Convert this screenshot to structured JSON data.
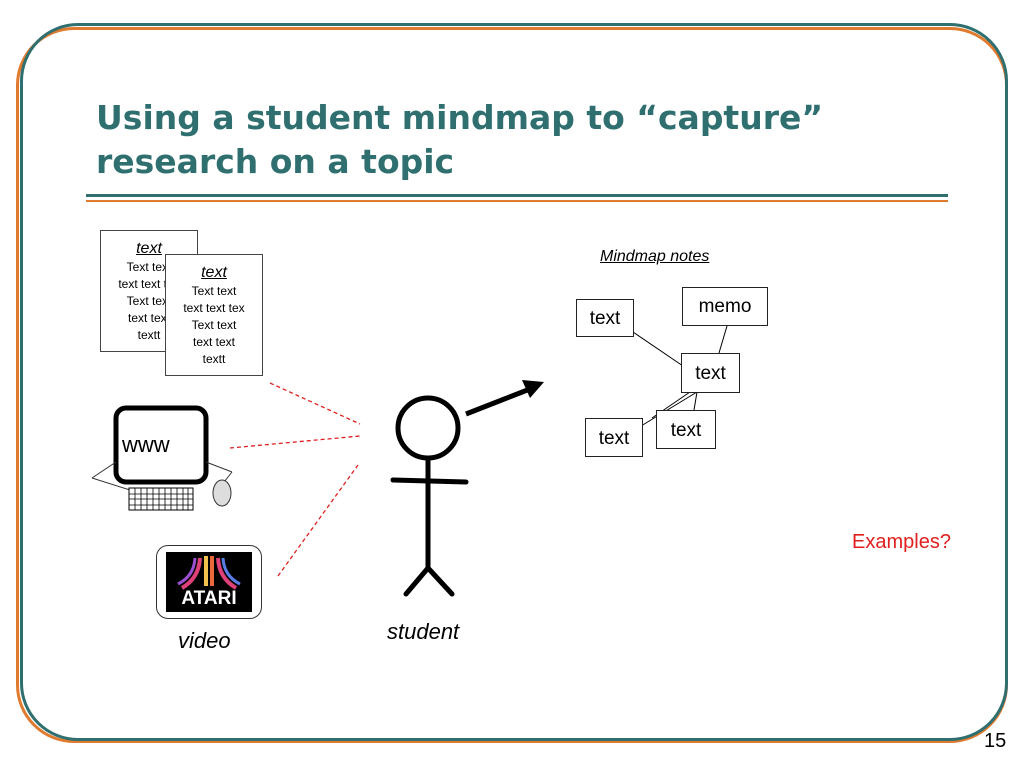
{
  "slide": {
    "title_lines": [
      "Using a student mindmap to “capture”",
      "research on a topic"
    ],
    "slide_number": "15"
  },
  "documents": {
    "back": {
      "title": "text",
      "lines": [
        "Text text",
        "text text tex",
        "Text text",
        "text text",
        "textt"
      ]
    },
    "front": {
      "title": "text",
      "lines": [
        "Text text",
        "text text tex",
        "Text text",
        "text text",
        "textt"
      ]
    }
  },
  "sources": {
    "computer_text": "www",
    "atari_text": "ATARI",
    "video_label": "video"
  },
  "student": {
    "label": "student"
  },
  "mindmap": {
    "heading": "Mindmap notes",
    "nodes": {
      "top_left": "text",
      "memo": "memo",
      "center": "text",
      "bottom_left": "text",
      "bottom_right": "text"
    }
  },
  "examples": "Examples?",
  "colors": {
    "title": "#2f6f70",
    "frame_orange": "#e07a2e",
    "frame_teal": "#2f6f70",
    "examples": "#e0201f",
    "dashed_lines": "#e0201f"
  }
}
